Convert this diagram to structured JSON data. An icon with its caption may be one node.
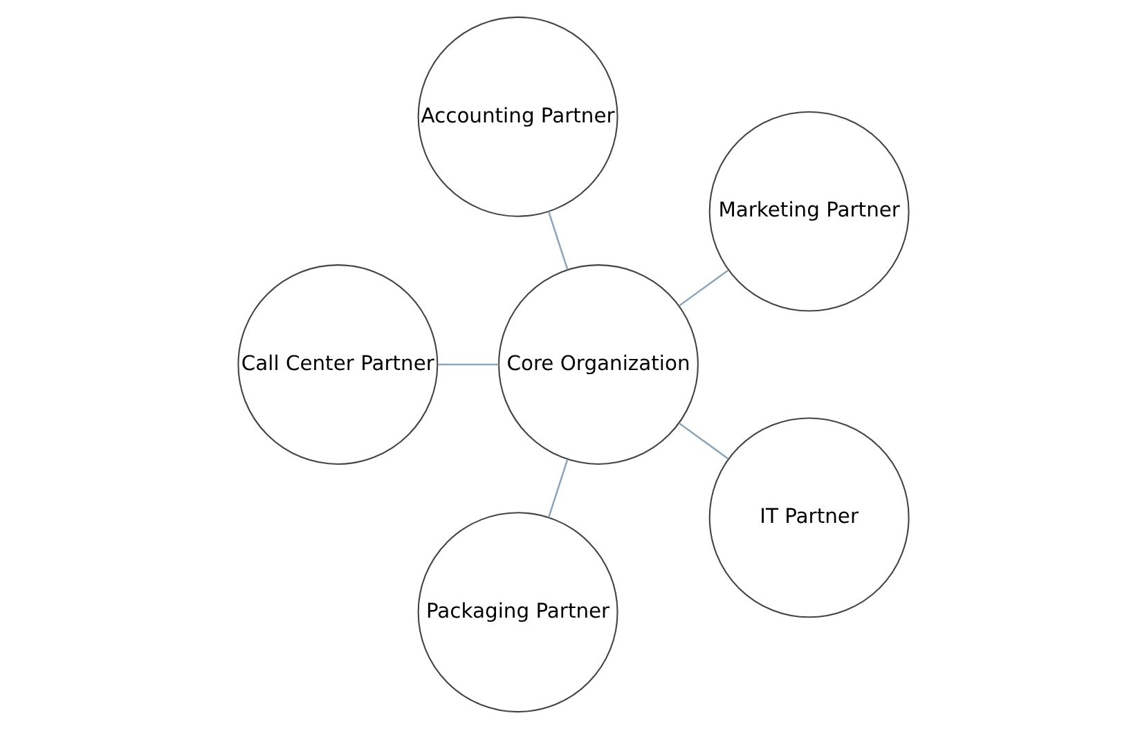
{
  "diagram": {
    "nodes": [
      {
        "text": [
          "Marketing Partner"
        ]
      },
      {
        "text": [
          "Accounting Partner"
        ]
      },
      {
        "text": [
          "Core Organization"
        ]
      },
      {
        "text": [
          "Call Center Partner"
        ]
      },
      {
        "text": [
          "Packaging Partner"
        ]
      },
      {
        "text": [
          "IT Partner"
        ]
      }
    ],
    "edges": [
      {
        "from": 2,
        "to": 0,
        "arrow": "none"
      },
      {
        "from": 2,
        "to": 1,
        "arrow": "none"
      },
      {
        "from": 2,
        "to": 3,
        "arrow": "none"
      },
      {
        "from": 2,
        "to": 4,
        "arrow": "none"
      },
      {
        "from": 2,
        "to": 5,
        "arrow": "none"
      }
    ]
  }
}
